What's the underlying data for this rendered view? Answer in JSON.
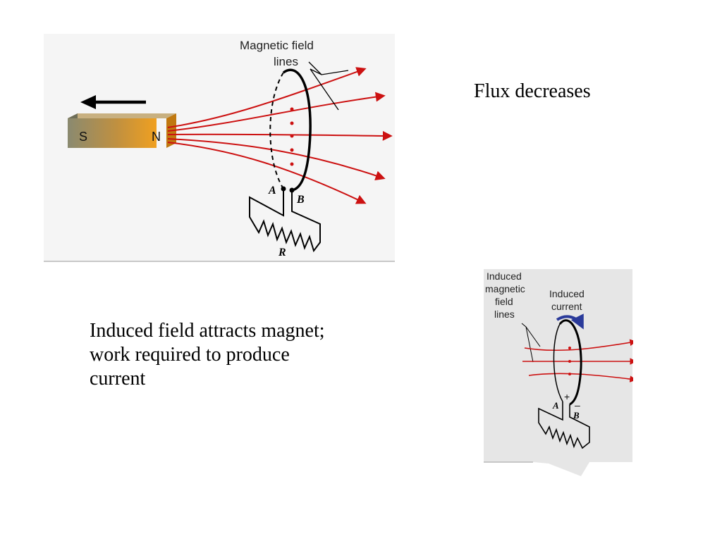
{
  "slide": {
    "flux_text": "Flux decreases",
    "explanation_lines": [
      "Induced field attracts magnet;",
      "work required to produce",
      "current"
    ]
  },
  "main_diagram": {
    "field_label_line1": "Magnetic field",
    "field_label_line2": "lines",
    "magnet_south": "S",
    "magnet_north": "N",
    "terminal_a": "A",
    "terminal_b": "B",
    "resistor": "R",
    "motion_direction": "left",
    "colors": {
      "field_line": "#cc1111",
      "magnet_dark": "#8a8a70",
      "magnet_light": "#f0a020"
    }
  },
  "inset_diagram": {
    "induced_field_label": [
      "Induced",
      "magnetic",
      "field",
      "lines"
    ],
    "induced_current_label": [
      "Induced",
      "current"
    ],
    "plus": "+",
    "minus": "–",
    "terminal_a": "A",
    "terminal_b": "B",
    "colors": {
      "background": "#e6e6e6",
      "current_arrow": "#2a3a9a",
      "field_line": "#cc1111"
    }
  }
}
